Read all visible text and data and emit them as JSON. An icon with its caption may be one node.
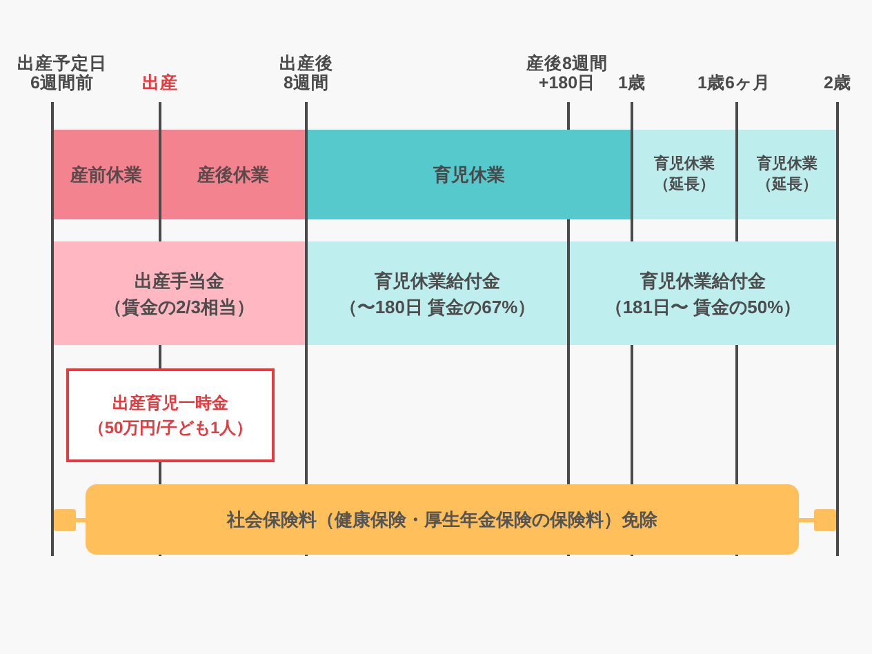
{
  "diagram": {
    "nodes": [
      {
        "text": [
          "産前休業"
        ]
      },
      {
        "text": [
          "産後休業"
        ]
      },
      {
        "text": [
          "育児休業"
        ]
      },
      {
        "text": [
          "育児休業",
          "（延長）"
        ]
      },
      {
        "text": [
          "育児休業",
          "（延長）"
        ]
      },
      {
        "text": [
          "出産手当金",
          "（賃金の2/3相当）"
        ]
      },
      {
        "text": [
          "育児休業給付金",
          "（〜180日 賃金の67%）"
        ]
      },
      {
        "text": [
          "育児休業給付金",
          "（181日〜 賃金の50%）"
        ]
      },
      {
        "text": [
          "出産育児一時金",
          "（50万円/子ども1人）"
        ]
      },
      {
        "text": [
          "社会保険料（健康保険・厚生年金保険の保険料）免除"
        ]
      }
    ],
    "labels": [
      "出産予定日6週間前",
      "出産",
      "出産後8週間",
      "産後8週間+180日",
      "1歳",
      "1歳6ヶ月",
      "2歳"
    ]
  }
}
